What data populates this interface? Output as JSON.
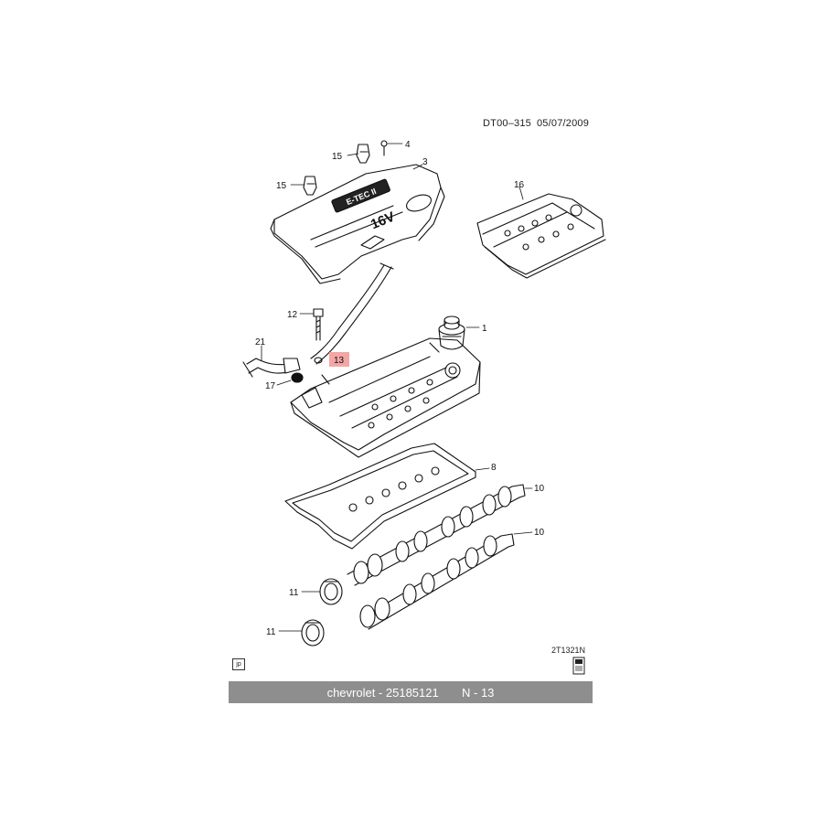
{
  "header": {
    "diagram_code": "DT00–315",
    "date": "05/07/2009"
  },
  "cover": {
    "badge_text": "E-TEC II",
    "engine_text": "16V"
  },
  "callouts": {
    "c1": "1",
    "c3": "3",
    "c4": "4",
    "c8": "8",
    "c10a": "10",
    "c10b": "10",
    "c11a": "11",
    "c11b": "11",
    "c12": "12",
    "c13": "13",
    "c15a": "15",
    "c15b": "15",
    "c16": "16",
    "c17": "17",
    "c21": "21"
  },
  "highlight_color": "#f4a6a6",
  "ref_code": "2T1321N",
  "lang_box": "jp",
  "footer": {
    "brand": "chevrolet",
    "separator": " - ",
    "part_number": "25185121",
    "ref_label": "N - 13"
  },
  "icons": {
    "book": "manual-book-icon"
  }
}
